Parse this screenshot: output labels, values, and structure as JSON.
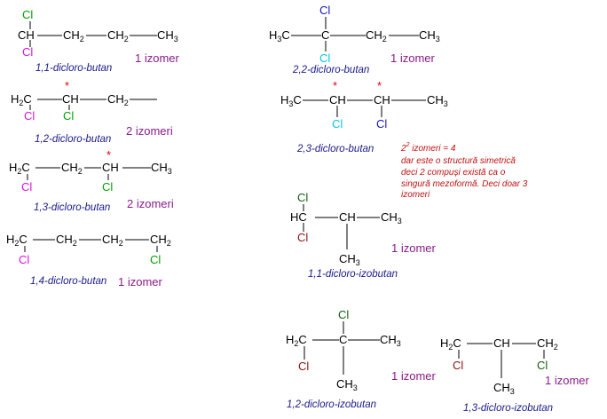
{
  "colors": {
    "carbon": "#000000",
    "cl_magenta": "#e010e0",
    "cl_green": "#00a000",
    "cl_blue": "#1818b0",
    "cl_cyan": "#00c8e8",
    "cl_dark_red": "#8b1010",
    "cl_dark_green": "#106010",
    "name": "#1a1a8c",
    "isomer_count": "#8b1a8b",
    "note": "#c01010",
    "stereocenter": "#e00000"
  },
  "labels": {
    "cl": "Cl",
    "star": "*",
    "c": "C",
    "ch": "CH",
    "h": "H",
    "two": "2",
    "three": "3"
  },
  "molecules": {
    "d11_butan": {
      "name": "1,1-dicloro-butan",
      "isomers": "1 izomer"
    },
    "d12_butan": {
      "name": "1,2-dicloro-butan",
      "isomers": "2 izomeri"
    },
    "d13_butan": {
      "name": "1,3-dicloro-butan",
      "isomers": "2 izomeri"
    },
    "d14_butan": {
      "name": "1,4-dicloro-butan",
      "isomers": "1 izomer"
    },
    "d22_butan": {
      "name": "2,2-dicloro-butan",
      "isomers": "1 izomer"
    },
    "d23_butan": {
      "name": "2,3-dicloro-butan",
      "note_base": "2",
      "note_exp": "2",
      "note_rest": " izomeri = 4",
      "note_lines": [
        "dar este o structură simetrică",
        "deci 2 compuși există ca o",
        "singură mezoformă. Deci doar 3",
        "izomeri"
      ]
    },
    "d11_izobutan": {
      "name": "1,1-dicloro-izobutan",
      "isomers": "1 izomer"
    },
    "d12_izobutan": {
      "name": "1,2-dicloro-izobutan",
      "isomers": "1 izomer"
    },
    "d13_izobutan": {
      "name": "1,3-dicloro-izobutan",
      "isomers": "1 izomer"
    }
  }
}
